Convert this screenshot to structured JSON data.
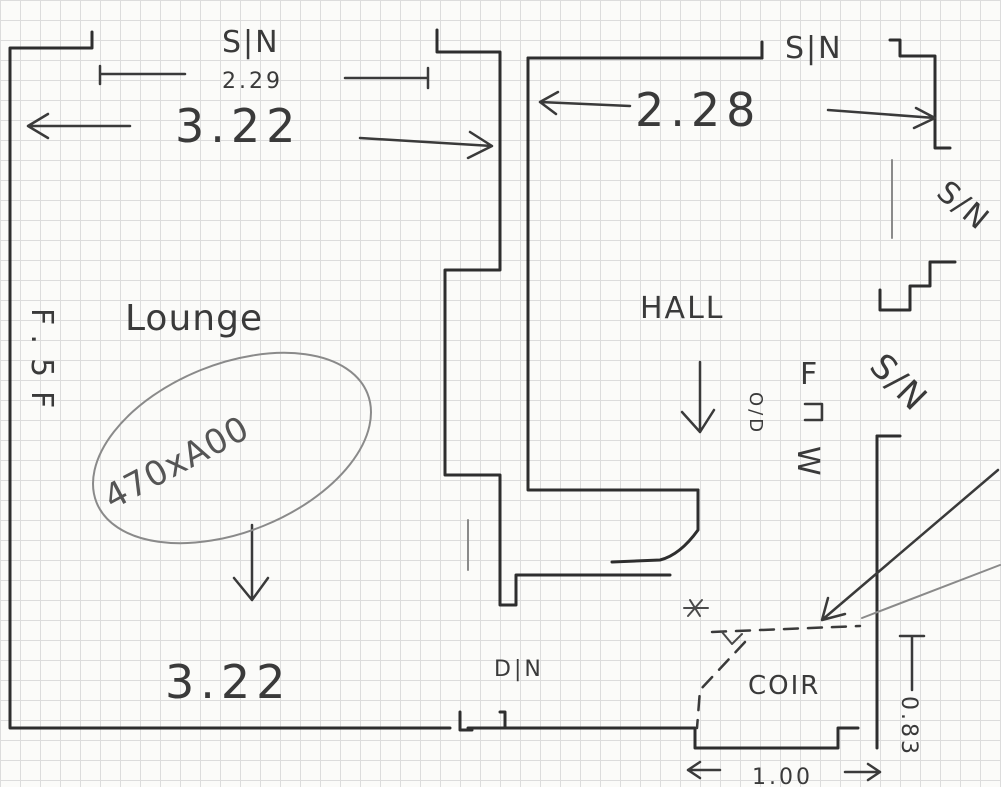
{
  "labels": {
    "lounge": "Lounge",
    "hall": "HALL",
    "coir": "COIR",
    "lounge_width_top": "3.22",
    "lounge_width_bottom": "3.22",
    "lounge_sn_width": "2.29",
    "hall_width": "2.28",
    "sn_top_left": "S|N",
    "sn_top_right": "S|N",
    "sn_right_upper": "S/N",
    "sn_right_lower": "S/N",
    "dn": "D|N",
    "coir_width": "1.00",
    "coir_depth": "0.83",
    "lounge_side_code": "F.5F",
    "hall_code_od": "O/D",
    "hall_code_f": "F",
    "hall_code_w": "W",
    "pencil_note": "470xA00"
  }
}
